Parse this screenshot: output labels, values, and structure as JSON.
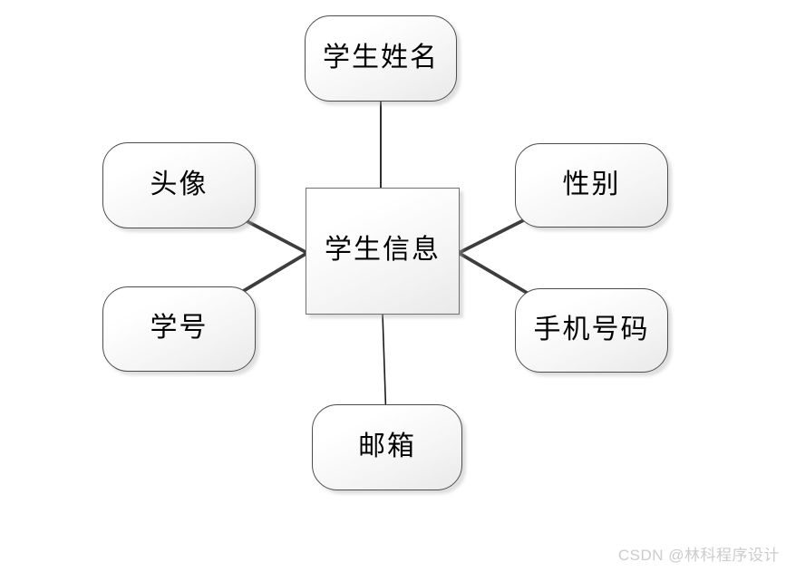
{
  "diagram": {
    "type": "entity-attribute-diagram",
    "entity": {
      "label": "学生信息"
    },
    "attributes": [
      {
        "id": "student-name",
        "label": "学生姓名",
        "position": "top"
      },
      {
        "id": "avatar",
        "label": "头像",
        "position": "upper-left"
      },
      {
        "id": "student-id",
        "label": "学号",
        "position": "lower-left"
      },
      {
        "id": "gender",
        "label": "性别",
        "position": "upper-right"
      },
      {
        "id": "phone",
        "label": "手机号码",
        "position": "lower-right"
      },
      {
        "id": "email",
        "label": "邮箱",
        "position": "bottom"
      }
    ],
    "connections": [
      {
        "from": "学生信息",
        "to": "学生姓名"
      },
      {
        "from": "学生信息",
        "to": "头像"
      },
      {
        "from": "学生信息",
        "to": "学号"
      },
      {
        "from": "学生信息",
        "to": "性别"
      },
      {
        "from": "学生信息",
        "to": "手机号码"
      },
      {
        "from": "学生信息",
        "to": "邮箱"
      }
    ],
    "colors": {
      "node_fill_top": "#ffffff",
      "node_fill_bottom": "#e9e9e9",
      "node_border": "#4d4d4d",
      "entity_border": "#707070",
      "connector": "#3d3d3d",
      "text": "#000000",
      "background": "#ffffff",
      "watermark_text_color": "#cccccc"
    }
  },
  "watermark": {
    "text": "CSDN @林科程序设计"
  }
}
